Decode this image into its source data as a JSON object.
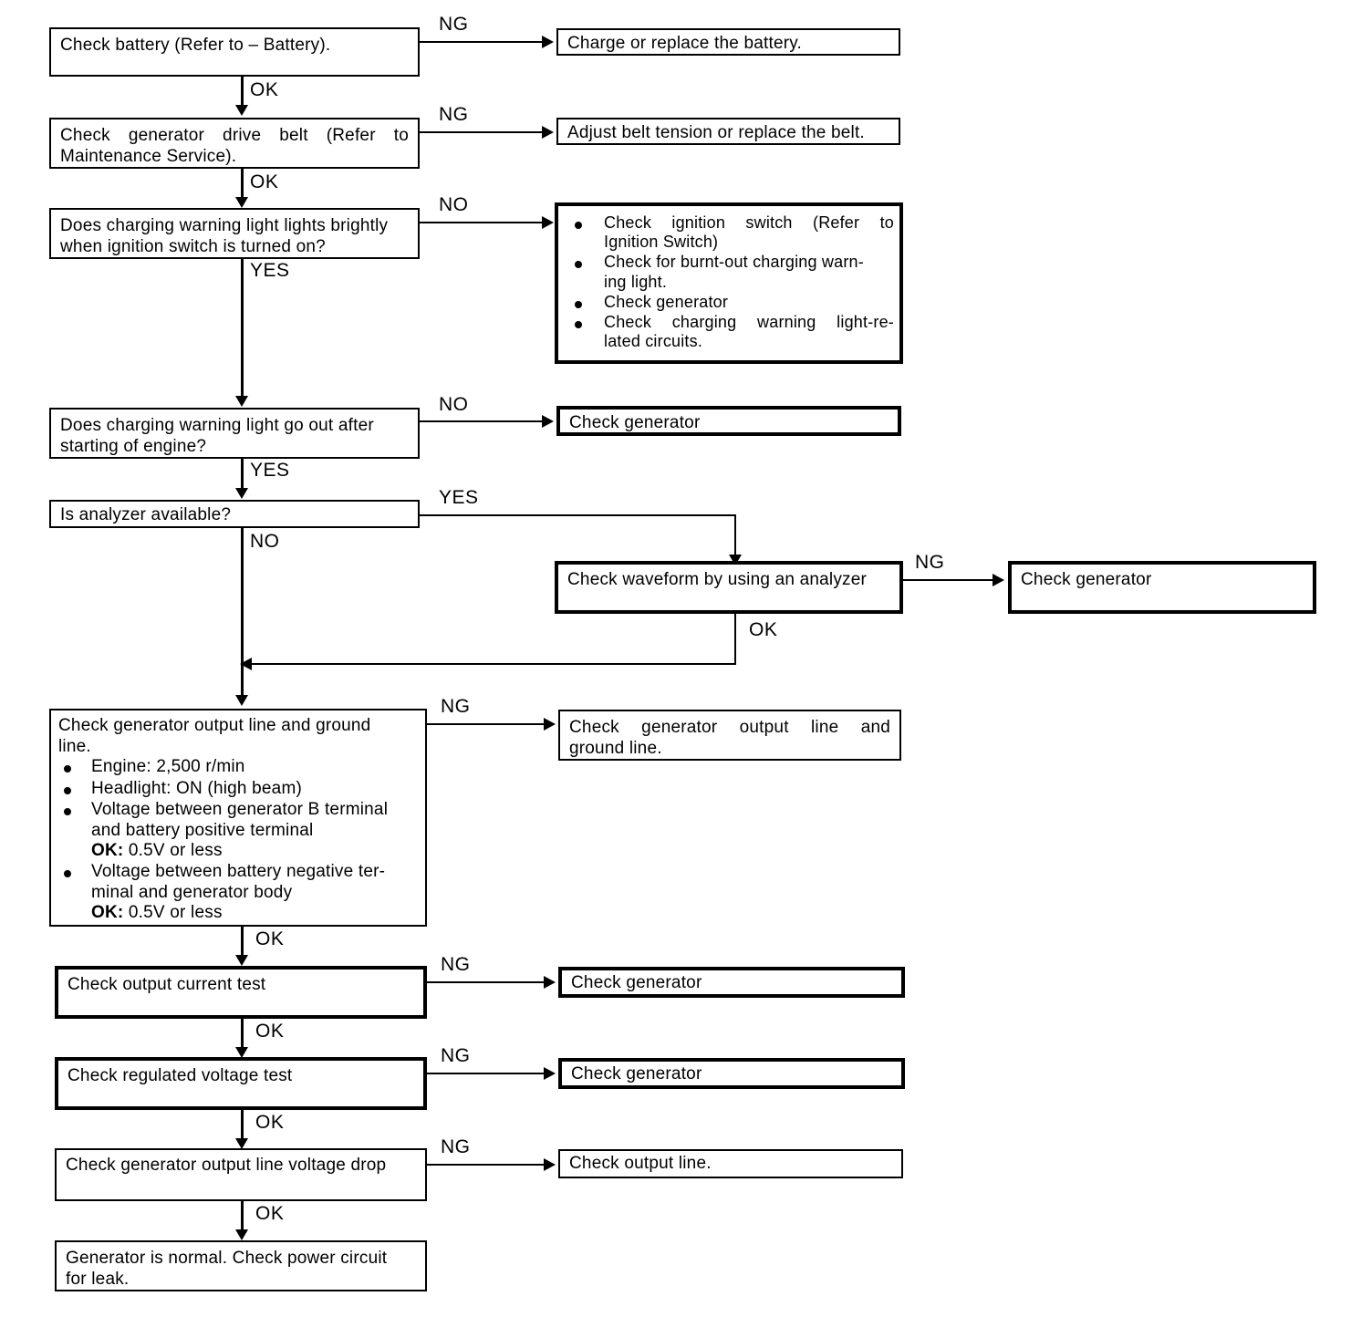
{
  "diagram": {
    "title": "Charging system troubleshooting flowchart",
    "nodes": {
      "check_battery": {
        "line1": "Check  battery  (Refer  to – Battery)."
      },
      "charge_replace_battery": {
        "line1": "Charge  or  replace  the  battery."
      },
      "check_drive_belt": {
        "line1": "Check    generator    drive    belt    (Refer    to",
        "line2": "Maintenance Service)."
      },
      "adjust_belt": {
        "line1": "Adjust belt tension or replace the belt."
      },
      "warning_light_bright": {
        "line1": "Does charging warning light lights brightly",
        "line2": "when  ignition  switch  is  turned  on?"
      },
      "ignition_checks": {
        "items": [
          {
            "line1": "Check    ignition    switch    (Refer    to",
            "line2": "Ignition Switch)"
          },
          {
            "line1": "Check for burnt-out charging warn-",
            "line2": "ing  light."
          },
          {
            "line1": "Check generator",
            "line2": ""
          },
          {
            "line1": "Check  charging  warning  light-re-",
            "line2": "lated circuits."
          }
        ]
      },
      "warning_light_goes_out": {
        "line1": "Does charging warning light go out after",
        "line2": "starting of engine?"
      },
      "check_generator_1": {
        "line1": "Check  generator"
      },
      "is_analyzer_available": {
        "line1": "Is analyzer available?"
      },
      "check_waveform": {
        "line1": "Check waveform by using an analyzer"
      },
      "check_generator_2": {
        "line1": "Check  generator"
      },
      "check_output_ground_line": {
        "line1": "Check generator output line and ground",
        "line2": "line.",
        "items": [
          {
            "text": "Engine: 2,500 r/min",
            "sub": ""
          },
          {
            "text": "Headlight: ON  (high beam)",
            "sub": ""
          },
          {
            "text": "Voltage between generator B terminal",
            "cont": "and  battery  positive  terminal",
            "ok_label": "OK:",
            "ok_value": " 0.5V  or  less"
          },
          {
            "text": "Voltage between battery negative ter-",
            "cont": "minal  and  generator  body",
            "ok_label": "OK:",
            "ok_value": " 0.5V  or  less"
          }
        ]
      },
      "check_output_ground_line_result": {
        "line1": "Check    generator    output    line    and",
        "line2": "ground line."
      },
      "check_output_current": {
        "line1": "Check  output  current  test"
      },
      "check_generator_3": {
        "line1": "Check  generator"
      },
      "check_regulated_voltage": {
        "line1": "Check  regulated  voltage  test"
      },
      "check_generator_4": {
        "line1": "Check  generator"
      },
      "check_voltage_drop": {
        "line1": "Check generator output line voltage drop"
      },
      "check_output_line": {
        "line1": "Check  output line."
      },
      "generator_normal": {
        "line1": "Generator is normal. Check power circuit",
        "line2": "for leak."
      }
    },
    "edge_labels": {
      "ng1": "NG",
      "ok1": "OK",
      "ng2": "NG",
      "ok2": "OK",
      "no1": "NO",
      "yes1": "YES",
      "no2": "NO",
      "yes2": "YES",
      "yes3": "YES",
      "no3": "NO",
      "ng3": "NG",
      "ok3": "OK",
      "ng4": "NG",
      "ok4": "OK",
      "ng5": "NG",
      "ok5": "OK",
      "ng6": "NG",
      "ok6": "OK",
      "ng7": "NG"
    },
    "colors": {
      "ink": "#000000",
      "paper": "#ffffff"
    }
  }
}
